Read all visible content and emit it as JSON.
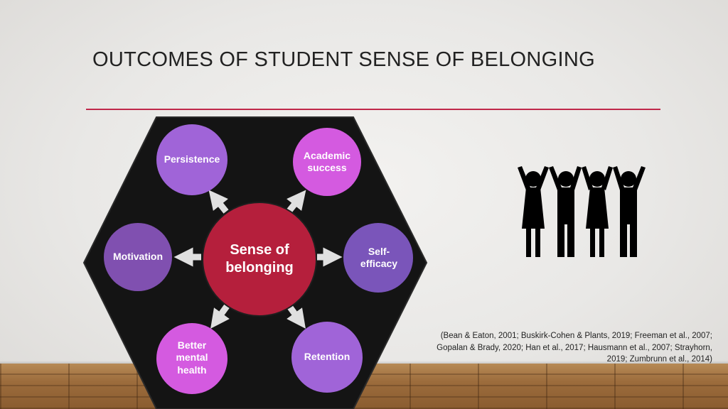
{
  "slide": {
    "title": "OUTCOMES OF STUDENT SENSE OF BELONGING",
    "accent_color": "#c0284a"
  },
  "diagram": {
    "center": {
      "label_line1": "Sense of",
      "label_line2": "belonging",
      "color": "#b51f3c"
    },
    "outcomes": [
      {
        "id": "persistence",
        "lines": [
          "Persistence"
        ],
        "color": "#a064d8"
      },
      {
        "id": "academic",
        "lines": [
          "Academic",
          "success"
        ],
        "color": "#d45ae0"
      },
      {
        "id": "motivation",
        "lines": [
          "Motivation"
        ],
        "color": "#8050b0"
      },
      {
        "id": "self-efficacy",
        "lines": [
          "Self-",
          "efficacy"
        ],
        "color": "#7a55ba"
      },
      {
        "id": "mental-health",
        "lines": [
          "Better",
          "mental",
          "health"
        ],
        "color": "#d45ae0"
      },
      {
        "id": "retention",
        "lines": [
          "Retention"
        ],
        "color": "#a064d8"
      }
    ],
    "icon": "people-holding-hands-icon"
  },
  "citation": {
    "line1": "(Bean & Eaton, 2001; Buskirk-Cohen & Plants, 2019; Freeman et al., 2007;",
    "line2": "Gopalan & Brady, 2020; Han et al., 2017; Hausmann et al., 2007; Strayhorn,",
    "line3": "2019; Zumbrunn et al., 2014)"
  }
}
